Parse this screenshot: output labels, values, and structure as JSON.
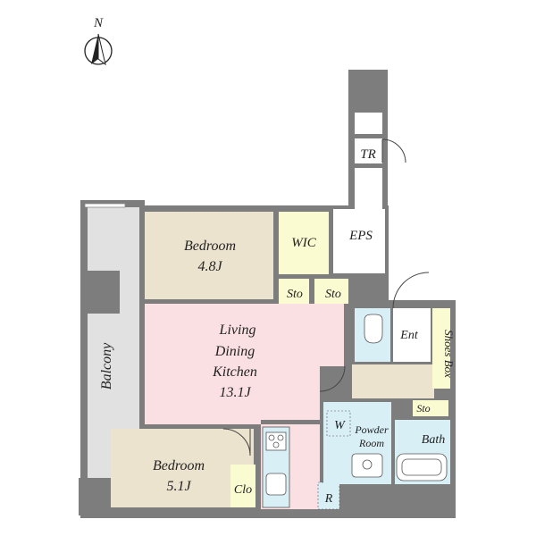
{
  "compass": {
    "letter": "N",
    "icon": "north-arrow-icon"
  },
  "rooms": {
    "bedroom1": {
      "name": "Bedroom",
      "size": "4.8J"
    },
    "bedroom2": {
      "name": "Bedroom",
      "size": "5.1J"
    },
    "ldk": {
      "line1": "Living",
      "line2": "Dining",
      "line3": "Kitchen",
      "size": "13.1J"
    },
    "wic": "WIC",
    "eps": "EPS",
    "tr": "TR",
    "sto1": "Sto",
    "sto2": "Sto",
    "sto3": "Sto",
    "ent": "Ent",
    "shoes_box": "Shoes Box",
    "powder_room": {
      "line1": "Powder",
      "line2": "Room"
    },
    "w": "W",
    "bath": "Bath",
    "balcony": "Balcony",
    "clo": "Clo",
    "r": "R"
  },
  "colors": {
    "wall": "#7d7d7d",
    "bedroom": "#ece3cf",
    "ldk": "#fae0e3",
    "wic": "#fbfbd2",
    "wet": "#d9eff6",
    "balcony": "#e1e1e1"
  }
}
